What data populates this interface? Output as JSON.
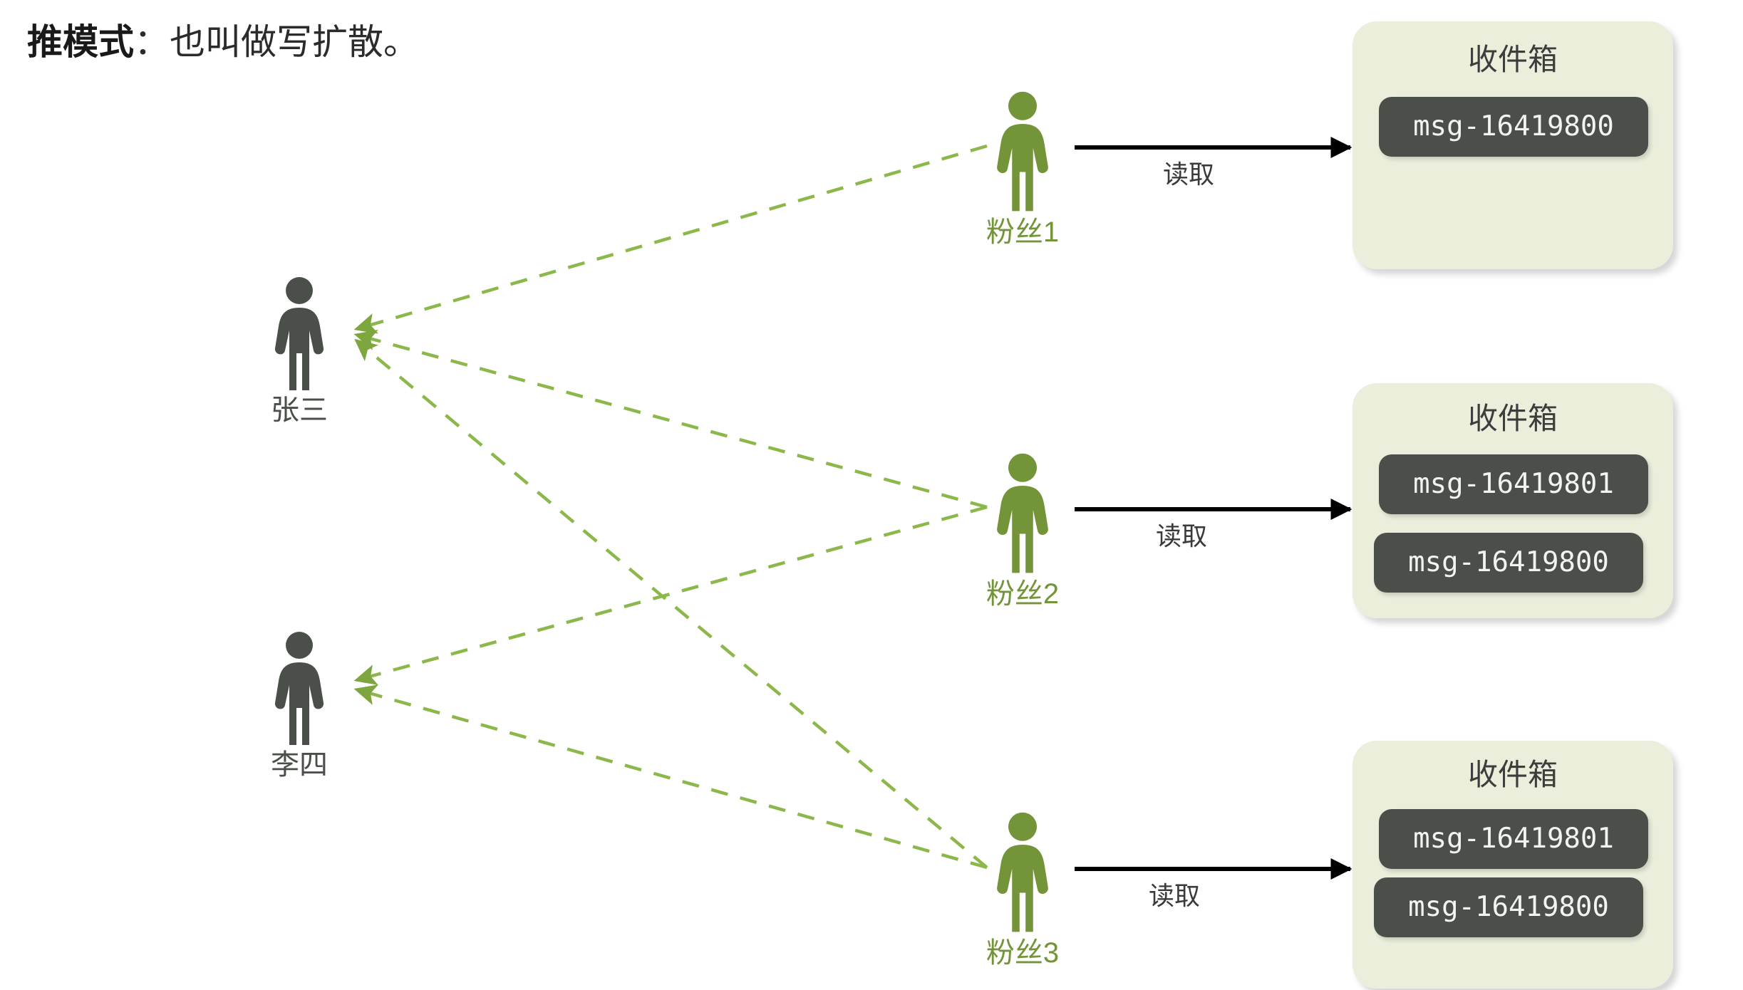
{
  "title": {
    "strong": "推模式",
    "rest": "：也叫做写扩散。"
  },
  "colors": {
    "green": "#739439",
    "dark_gray": "#4a4f4a",
    "inbox_bg": "#eaeedb",
    "pill_bg": "#4a4f4a",
    "arrow_black": "#000000",
    "text_dark": "#3d3d3d"
  },
  "publishers": [
    {
      "id": "zhangsan",
      "label": "张三"
    },
    {
      "id": "lisi",
      "label": "李四"
    }
  ],
  "followers": [
    {
      "id": "fan1",
      "label": "粉丝1",
      "read_label": "读取"
    },
    {
      "id": "fan2",
      "label": "粉丝2",
      "read_label": "读取"
    },
    {
      "id": "fan3",
      "label": "粉丝3",
      "read_label": "读取"
    }
  ],
  "inboxes": [
    {
      "id": "inbox1",
      "title": "收件箱",
      "messages": [
        "msg-16419800"
      ]
    },
    {
      "id": "inbox2",
      "title": "收件箱",
      "messages": [
        "msg-16419801",
        "msg-16419800"
      ]
    },
    {
      "id": "inbox3",
      "title": "收件箱",
      "messages": [
        "msg-16419801",
        "msg-16419800"
      ]
    }
  ],
  "connections": [
    {
      "from": "fan1",
      "to": "zhangsan",
      "style": "dashed-green"
    },
    {
      "from": "fan2",
      "to": "zhangsan",
      "style": "dashed-green"
    },
    {
      "from": "fan3",
      "to": "zhangsan",
      "style": "dashed-green"
    },
    {
      "from": "fan2",
      "to": "lisi",
      "style": "dashed-green"
    },
    {
      "from": "fan3",
      "to": "lisi",
      "style": "dashed-green"
    },
    {
      "from": "fan1",
      "to": "inbox1",
      "style": "solid-black",
      "label": "读取"
    },
    {
      "from": "fan2",
      "to": "inbox2",
      "style": "solid-black",
      "label": "读取"
    },
    {
      "from": "fan3",
      "to": "inbox3",
      "style": "solid-black",
      "label": "读取"
    }
  ]
}
